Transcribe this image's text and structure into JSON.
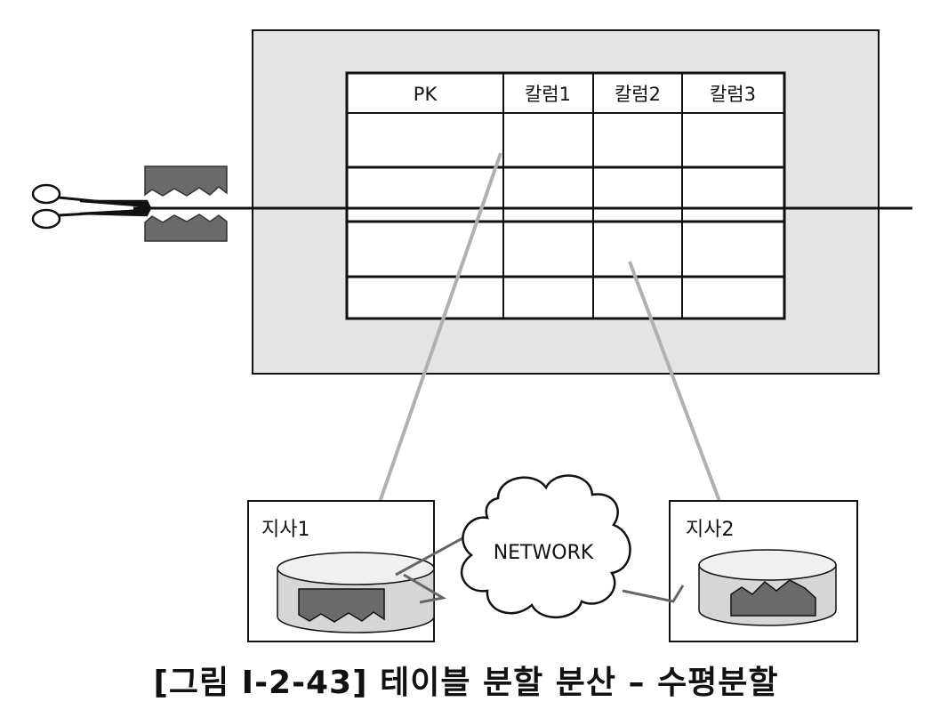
{
  "table": {
    "columns": [
      "PK",
      "칼럼1",
      "칼럼2",
      "칼럼3"
    ],
    "row_count": 4
  },
  "sites": [
    {
      "label": "지사1"
    },
    {
      "label": "지사2"
    }
  ],
  "network_label": "NETWORK",
  "caption": "[그림 Ⅰ-2-43] 테이블 분할 분산 – 수평분할",
  "colors": {
    "panel_fill": "#e4e4e4",
    "cylinder_fill": "#d6d6d6",
    "fragment_fill": "#6a6a6a",
    "arrow": "#b0b0b0",
    "line": "#111111"
  },
  "icons": [
    "scissors-icon",
    "cloud-icon",
    "database-cylinder-icon"
  ]
}
